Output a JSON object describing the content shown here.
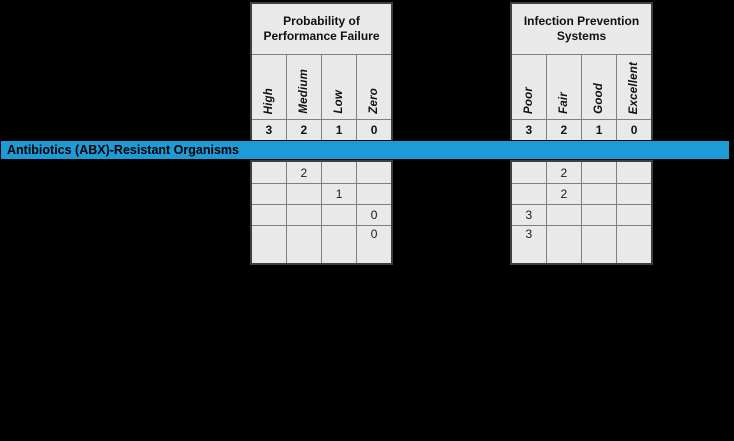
{
  "banner": {
    "label": "Antibiotics (ABX)-Resistant Organisms",
    "background_color": "#1E9AD6",
    "text_color": "#000000"
  },
  "tables": [
    {
      "title": "Probability of\nPerformance Failure",
      "columns": [
        {
          "label": "High",
          "score": "3"
        },
        {
          "label": "Medium",
          "score": "2"
        },
        {
          "label": "Low",
          "score": "1"
        },
        {
          "label": "Zero",
          "score": "0"
        }
      ],
      "rows": [
        [
          "",
          "2",
          "",
          ""
        ],
        [
          "",
          "",
          "1",
          ""
        ],
        [
          "",
          "",
          "",
          "0"
        ],
        [
          "",
          "",
          "",
          "0"
        ]
      ]
    },
    {
      "title": "Infection Prevention\nSystems",
      "columns": [
        {
          "label": "Poor",
          "score": "3"
        },
        {
          "label": "Fair",
          "score": "2"
        },
        {
          "label": "Good",
          "score": "1"
        },
        {
          "label": "Excellent",
          "score": "0"
        }
      ],
      "rows": [
        [
          "",
          "2",
          "",
          ""
        ],
        [
          "",
          "2",
          "",
          ""
        ],
        [
          "3",
          "",
          "",
          ""
        ],
        [
          "3",
          "",
          "",
          ""
        ]
      ]
    }
  ],
  "colors": {
    "page_background": "#000000",
    "cell_background": "#E9E9E9",
    "grid_line": "#7F7F7F",
    "outer_border": "#3F3F3F",
    "banner_blue": "#1E9AD6"
  }
}
